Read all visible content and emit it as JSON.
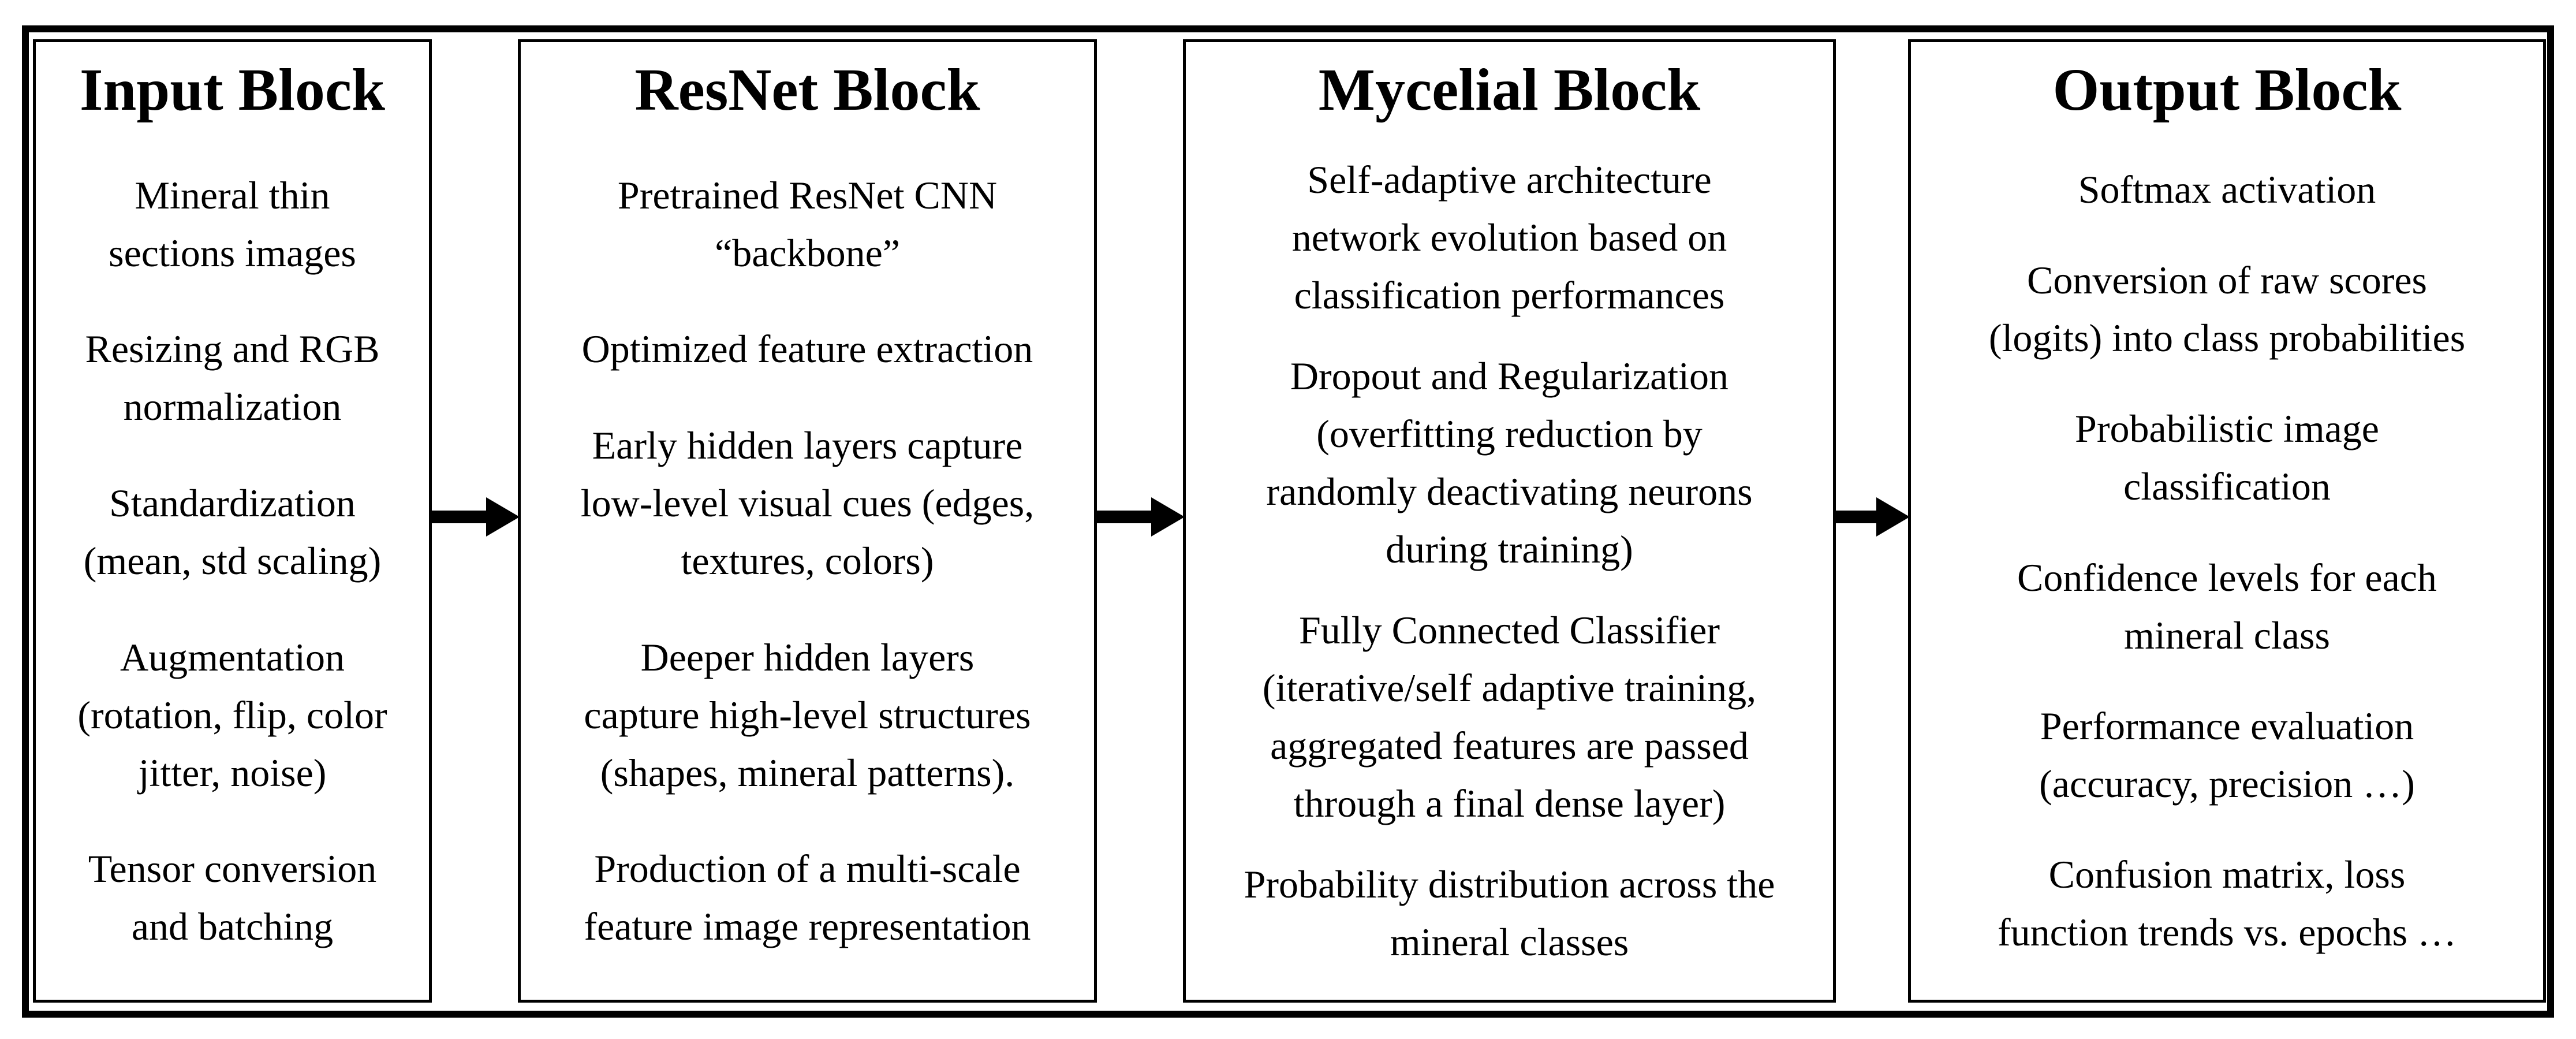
{
  "figure": {
    "type": "flow-diagram",
    "colors": {
      "background": "#ffffff",
      "border": "#000000",
      "text": "#000000",
      "arrow": "#000000"
    },
    "blocks": [
      {
        "id": "input-block",
        "title": "Input Block",
        "paragraphs": [
          [
            "Mineral thin",
            "sections images"
          ],
          [
            "Resizing and RGB",
            "normalization"
          ],
          [
            "Standardization",
            "(mean, std scaling)"
          ],
          [
            "Augmentation",
            "(rotation, flip, color",
            "jitter, noise)"
          ],
          [
            "Tensor conversion",
            "and batching"
          ]
        ]
      },
      {
        "id": "resnet-block",
        "title": "ResNet Block",
        "paragraphs": [
          [
            "Pretrained ResNet CNN",
            "“backbone”"
          ],
          [
            "Optimized feature extraction"
          ],
          [
            "Early hidden layers capture",
            "low-level visual cues (edges,",
            "textures, colors)"
          ],
          [
            "Deeper hidden layers",
            "capture high-level structures",
            "(shapes, mineral patterns)."
          ],
          [
            "Production of a multi-scale",
            "feature image representation"
          ]
        ]
      },
      {
        "id": "mycelial-block",
        "title": "Mycelial Block",
        "paragraphs": [
          [
            "Self-adaptive architecture",
            "network evolution based on",
            "classification performances"
          ],
          [
            "Dropout and Regularization",
            "(overfitting reduction by",
            "randomly deactivating neurons",
            "during training)"
          ],
          [
            "Fully Connected Classifier",
            "(iterative/self adaptive training,",
            "aggregated features are passed",
            "through a final dense layer)"
          ],
          [
            "Probability distribution across the",
            "mineral classes"
          ]
        ]
      },
      {
        "id": "output-block",
        "title": "Output Block",
        "paragraphs": [
          [
            "Softmax activation"
          ],
          [
            "Conversion of raw scores",
            "(logits) into class probabilities"
          ],
          [
            "Probabilistic image",
            "classification"
          ],
          [
            "Confidence levels for each",
            "mineral class"
          ],
          [
            "Performance evaluation",
            "(accuracy, precision …)"
          ],
          [
            "Confusion matrix, loss",
            "function trends vs. epochs …"
          ]
        ]
      }
    ],
    "arrows": [
      {
        "from": "Input Block",
        "to": "ResNet Block"
      },
      {
        "from": "ResNet Block",
        "to": "Mycelial Block"
      },
      {
        "from": "Mycelial Block",
        "to": "Output Block"
      }
    ]
  }
}
